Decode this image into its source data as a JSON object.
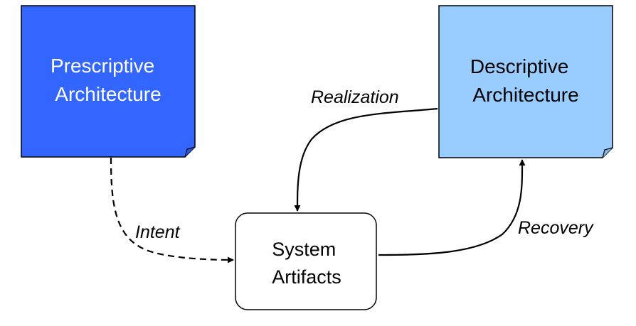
{
  "diagram": {
    "colors": {
      "prescriptive_fill": "#3366ff",
      "descriptive_fill": "#99ccff",
      "artifacts_fill": "#ffffff",
      "stroke": "#000000",
      "prescriptive_text": "#ffffff",
      "descriptive_text": "#000000"
    },
    "nodes": {
      "prescriptive": {
        "line1": "Prescriptive",
        "line2": "Architecture"
      },
      "descriptive": {
        "line1": "Descriptive",
        "line2": "Architecture"
      },
      "artifacts": {
        "line1": "System",
        "line2": "Artifacts"
      }
    },
    "edges": {
      "intent": {
        "label": "Intent",
        "style": "dashed"
      },
      "realization": {
        "label": "Realization",
        "style": "solid"
      },
      "recovery": {
        "label": "Recovery",
        "style": "solid"
      }
    }
  }
}
